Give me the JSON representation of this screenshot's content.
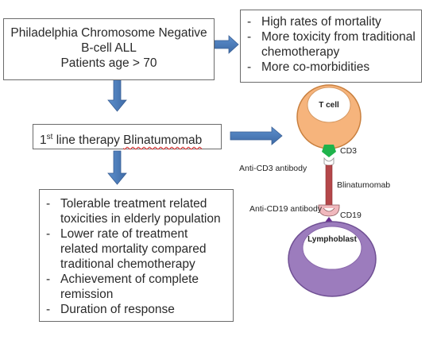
{
  "patient_box": {
    "lines": [
      "Philadelphia Chromosome Negative",
      "B-cell ALL",
      "Patients age > 70"
    ]
  },
  "risk_box": {
    "items": [
      "High rates of mortality",
      "More toxicity from traditional chemotherapy",
      "More co-morbidities"
    ]
  },
  "therapy_box": {
    "prefix": "1",
    "superscript": "st",
    "middle": " line therapy ",
    "drug": "Blinatumomab"
  },
  "outcomes_box": {
    "items": [
      "Tolerable treatment related toxicities in elderly population",
      "Lower rate of treatment related mortality compared traditional chemotherapy",
      "Achievement of complete remission",
      "Duration of response"
    ]
  },
  "illustration": {
    "t_cell": "T cell",
    "cd3": "CD3",
    "anti_cd3": "Anti-CD3 antibody",
    "drug": "Blinatumomab",
    "anti_cd19": "Anti-CD19 antibody",
    "cd19": "CD19",
    "lymphoblast": "Lymphoblast"
  },
  "colors": {
    "arrow": "#4a7bb7",
    "t_cell": "#f6b47c",
    "lymphoblast": "#9c7cbd",
    "cd3": "#1fb34b",
    "cd19": "#6a2c90",
    "linker": "#b4474a",
    "anti_cd19": "#f0b8bd"
  }
}
